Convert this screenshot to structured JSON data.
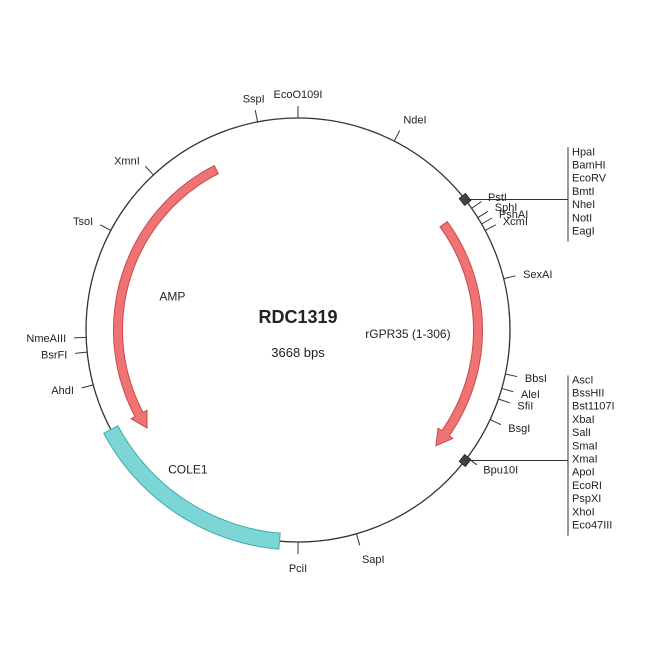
{
  "plasmid": {
    "name": "RDC1319",
    "size_label": "3668 bps"
  },
  "colors": {
    "backbone": "#333333",
    "arrow_fill": "#f07373",
    "arrow_stroke": "#c84a4a",
    "cole1_fill": "#7dd6d6",
    "cole1_stroke": "#3fa8a8",
    "text": "#222222"
  },
  "features": [
    {
      "name": "AMP",
      "kind": "arrow",
      "start_angle": 333,
      "end_angle": 237
    },
    {
      "name": "rGPR35 (1-306)",
      "kind": "arrow",
      "start_angle": 54,
      "end_angle": 130
    },
    {
      "name": "COLE1",
      "kind": "block",
      "start_angle": 185,
      "end_angle": 242
    }
  ],
  "sites": [
    {
      "name": "EcoO109I",
      "angle": 0
    },
    {
      "name": "SspI",
      "angle": 349
    },
    {
      "name": "NdeI",
      "angle": 27
    },
    {
      "name": "XmnI",
      "angle": 317
    },
    {
      "name": "TsoI",
      "angle": 298
    },
    {
      "name": "NmeAIII",
      "angle": 268
    },
    {
      "name": "BsrFI",
      "angle": 264
    },
    {
      "name": "AhdI",
      "angle": 255
    },
    {
      "name": "PstI",
      "angle": 55
    },
    {
      "name": "SphI",
      "angle": 58
    },
    {
      "name": "PshAI",
      "angle": 60
    },
    {
      "name": "XcmI",
      "angle": 62
    },
    {
      "name": "SexAI",
      "angle": 76
    },
    {
      "name": "BbsI",
      "angle": 102
    },
    {
      "name": "AleI",
      "angle": 106
    },
    {
      "name": "SfiI",
      "angle": 109
    },
    {
      "name": "BsgI",
      "angle": 115
    },
    {
      "name": "Bpu10I",
      "angle": 127
    },
    {
      "name": "SapI",
      "angle": 164
    },
    {
      "name": "PciI",
      "angle": 180
    }
  ],
  "site_groups": [
    {
      "angle": 52,
      "names": [
        "HpaI",
        "BamHI",
        "EcoRV",
        "BmtI",
        "NheI",
        "NotI",
        "EagI"
      ]
    },
    {
      "angle": 128,
      "names": [
        "AscI",
        "BssHII",
        "Bst1107I",
        "XbaI",
        "SalI",
        "SmaI",
        "XmaI",
        "ApoI",
        "EcoRI",
        "PspXI",
        "XhoI",
        "Eco47III"
      ]
    }
  ]
}
